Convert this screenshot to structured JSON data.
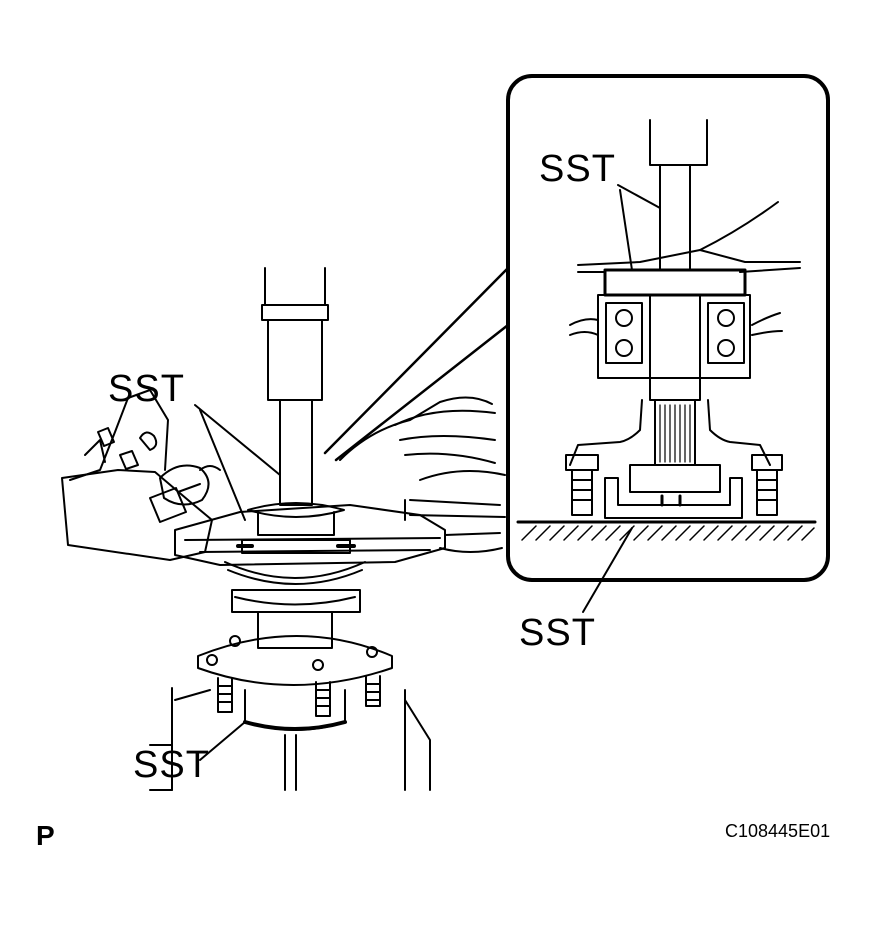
{
  "diagram": {
    "callouts": [
      "SST",
      "SST",
      "SST",
      "SST"
    ],
    "view_mark": "P",
    "figure_id": "C108445E01"
  }
}
